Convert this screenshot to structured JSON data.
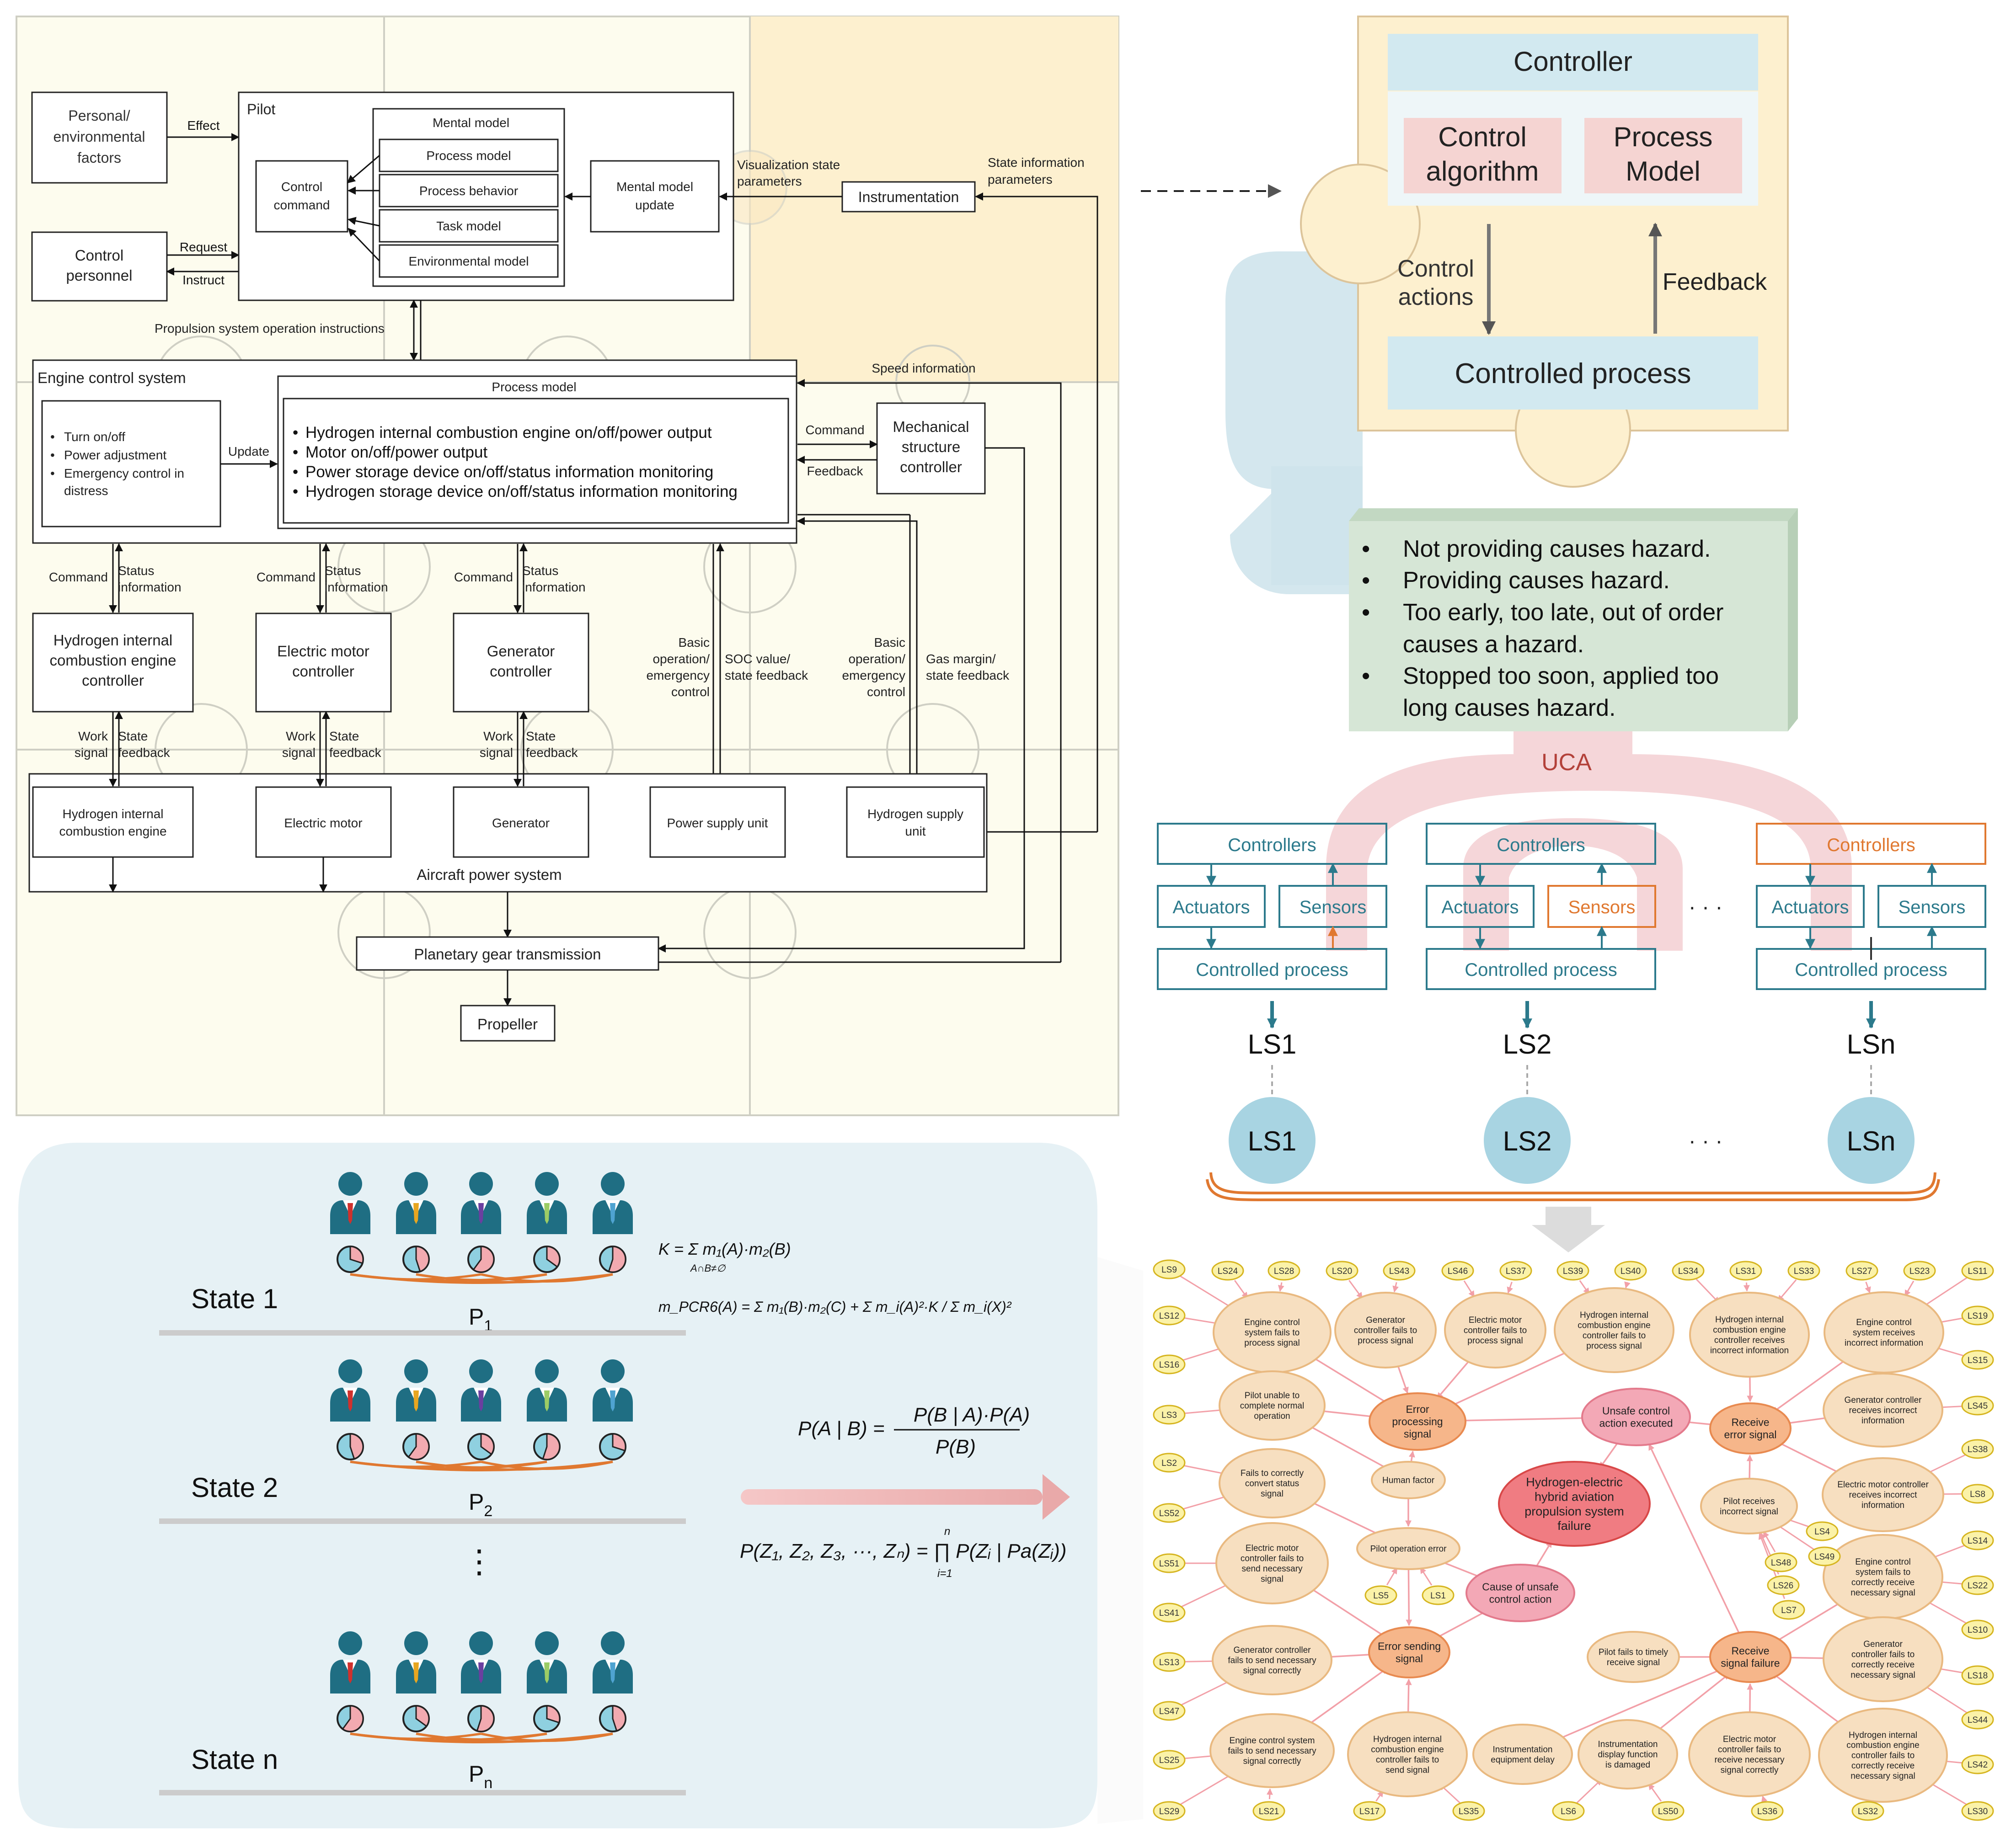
{
  "stamp": {
    "pilot": "Pilot",
    "personal_factors": [
      "Personal/",
      "environmental",
      "factors"
    ],
    "effect": "Effect",
    "control_personnel": [
      "Control",
      "personnel"
    ],
    "request": "Request",
    "instruct": "Instruct",
    "control_command": [
      "Control",
      "command"
    ],
    "mental_model": "Mental model",
    "process_model": "Process model",
    "process_behavior": "Process behavior",
    "task_model": "Task model",
    "environmental_model": "Environmental model",
    "mental_model_update": [
      "Mental model",
      "update"
    ],
    "visualization_state_parameters": [
      "Visualization state",
      "parameters"
    ],
    "instrumentation": "Instrumentation",
    "state_information_parameters": [
      "State information",
      "parameters"
    ],
    "propulsion_instructions": "Propulsion system operation instructions",
    "engine_control_system": "Engine control system",
    "ecs_process_model": "Process model",
    "ecs_actions": [
      "Turn on/off",
      "Power adjustment",
      "Emergency control in",
      "distress"
    ],
    "update": "Update",
    "ecs_model_items": [
      "Hydrogen internal combustion engine on/off/power output",
      "Motor on/off/power output",
      "Power storage device on/off/status information monitoring",
      "Hydrogen storage device on/off/status information monitoring"
    ],
    "speed_information": "Speed information",
    "command": "Command",
    "feedback": "Feedback",
    "mech_controller": [
      "Mechanical",
      "structure",
      "controller"
    ],
    "status_information": [
      "Status",
      "information"
    ],
    "hice_controller": [
      "Hydrogen internal",
      "combustion engine",
      "controller"
    ],
    "motor_controller": [
      "Electric motor",
      "controller"
    ],
    "generator_controller": [
      "Generator",
      "controller"
    ],
    "basic_operation": [
      "Basic",
      "operation/",
      "emergency",
      "control"
    ],
    "soc_value": [
      "SOC value/",
      "state feedback"
    ],
    "gas_margin": [
      "Gas margin/",
      "state feedback"
    ],
    "work_signal": [
      "Work",
      "signal"
    ],
    "state_feedback": [
      "State",
      "feedback"
    ],
    "hice": [
      "Hydrogen internal",
      "combustion engine"
    ],
    "electric_motor": "Electric motor",
    "generator": "Generator",
    "power_supply_unit": "Power supply unit",
    "hydrogen_supply_unit": [
      "Hydrogen supply",
      "unit"
    ],
    "aircraft_power_system": "Aircraft power system",
    "planetary_gear": "Planetary gear transmission",
    "propeller": "Propeller"
  },
  "concept": {
    "controller": "Controller",
    "control_algorithm": [
      "Control",
      "algorithm"
    ],
    "process_model": [
      "Process",
      "Model"
    ],
    "control_actions": [
      "Control",
      "actions"
    ],
    "feedback": "Feedback",
    "controlled_process": "Controlled process",
    "hazard_list": [
      "Not providing causes hazard.",
      "Providing causes hazard.",
      "Too early, too late, out of order",
      "causes a hazard.",
      "Stopped too soon, applied too",
      "long causes hazard."
    ],
    "uca": "UCA"
  },
  "loops": {
    "controllers": "Controllers",
    "actuators": "Actuators",
    "sensors": "Sensors",
    "controlled_process": "Controlled process",
    "dots": "· · ·",
    "ls_labels": [
      "LS1",
      "LS2",
      "LSn"
    ]
  },
  "experts": {
    "states": [
      "State 1",
      "State 2",
      "State n"
    ],
    "p_labels": [
      "P",
      "P",
      "P"
    ],
    "p_subs": [
      "1",
      "2",
      "n"
    ],
    "vdots": "⋮",
    "formula_k": "K = Σ m₁(A)·m₂(B)",
    "formula_k_sub": "A∩B≠∅",
    "formula_m": "m_PCR6(A) = Σ m₁(B)·m₂(C) + Σ m_i(A)²·K / Σ m_i(X)²",
    "formula_bayes_lhs": "P(A | B) =",
    "formula_bayes_num": "P(B | A)·P(A)",
    "formula_bayes_den": "P(B)",
    "formula_joint": "P(Z₁, Z₂, Z₃, ···, Zₙ) = ∏ P(Zᵢ | Pa(Zᵢ))",
    "formula_joint_lim": [
      "n",
      "i=1"
    ]
  },
  "network": {
    "center": [
      "Hydrogen-electric",
      "hybrid aviation",
      "propulsion system",
      "failure"
    ],
    "nodes": {
      "unsafe_executed": [
        "Unsafe control",
        "action executed"
      ],
      "cause_unsafe": [
        "Cause of unsafe",
        "control action"
      ],
      "error_processing": [
        "Error",
        "processing",
        "signal"
      ],
      "receive_error": [
        "Receive",
        "error signal"
      ],
      "error_sending": [
        "Error sending",
        "signal"
      ],
      "receive_failure": [
        "Receive",
        "signal failure"
      ],
      "ecs_fails_process": [
        "Engine control",
        "system fails to",
        "process signal"
      ],
      "gen_fails_process": [
        "Generator",
        "controller fails to",
        "process signal"
      ],
      "em_fails_process": [
        "Electric motor",
        "controller fails to",
        "process signal"
      ],
      "hice_fails_process": [
        "Hydrogen internal",
        "combustion engine",
        "controller fails to",
        "process signal"
      ],
      "hice_incorrect": [
        "Hydrogen internal",
        "combustion engine",
        "controller receives",
        "incorrect information"
      ],
      "ecs_incorrect": [
        "Engine control",
        "system receives",
        "incorrect information"
      ],
      "pilot_unable": [
        "Pilot unable to",
        "complete normal",
        "operation"
      ],
      "human_factor": [
        "Human factor"
      ],
      "fails_convert": [
        "Fails to correctly",
        "convert status",
        "signal"
      ],
      "pilot_op_error": [
        "Pilot operation error"
      ],
      "em_fails_send": [
        "Electric motor",
        "controller fails to",
        "send necessary",
        "signal"
      ],
      "gen_fails_send": [
        "Generator controller",
        "fails to send necessary",
        "signal correctly"
      ],
      "ecs_fails_send": [
        "Engine control system",
        "fails to send necessary",
        "signal correctly"
      ],
      "hice_fails_send": [
        "Hydrogen internal",
        "combustion engine",
        "controller fails to",
        "send signal"
      ],
      "instr_delay": [
        "Instrumentation",
        "equipment delay"
      ],
      "instr_damaged": [
        "Instrumentation",
        "display function",
        "is damaged"
      ],
      "pilot_fails_timely": [
        "Pilot fails to timely",
        "receive signal"
      ],
      "em_fails_receive": [
        "Electric motor",
        "controller fails to",
        "receive necessary",
        "signal correctly"
      ],
      "hice_fails_receive": [
        "Hydrogen internal",
        "combustion engine",
        "controller fails to",
        "correctly receive",
        "necessary signal"
      ],
      "gen_incorrect": [
        "Generator controller",
        "receives incorrect",
        "information"
      ],
      "pilot_receives_incorrect": [
        "Pilot receives",
        "incorrect signal"
      ],
      "em_incorrect": [
        "Electric motor controller",
        "receives incorrect",
        "information"
      ],
      "ecs_fails_receive": [
        "Engine control",
        "system fails to",
        "correctly receive",
        "necessary signal"
      ],
      "gen_fails_receive": [
        "Generator",
        "controller fails to",
        "correctly receive",
        "necessary signal"
      ]
    },
    "ls_nodes": [
      "LS9",
      "LS24",
      "LS28",
      "LS20",
      "LS43",
      "LS46",
      "LS37",
      "LS39",
      "LS40",
      "LS34",
      "LS31",
      "LS33",
      "LS27",
      "LS23",
      "LS11",
      "LS12",
      "LS19",
      "LS16",
      "LS15",
      "LS3",
      "LS45",
      "LS2",
      "LS38",
      "LS52",
      "LS8",
      "LS51",
      "LS14",
      "LS41",
      "LS22",
      "LS13",
      "LS10",
      "LS47",
      "LS18",
      "LS25",
      "LS44",
      "LS29",
      "LS21",
      "LS17",
      "LS35",
      "LS6",
      "LS50",
      "LS36",
      "LS32",
      "LS42",
      "LS30",
      "LS4",
      "LS48",
      "LS49",
      "LS26",
      "LS7",
      "LS5",
      "LS1"
    ]
  }
}
